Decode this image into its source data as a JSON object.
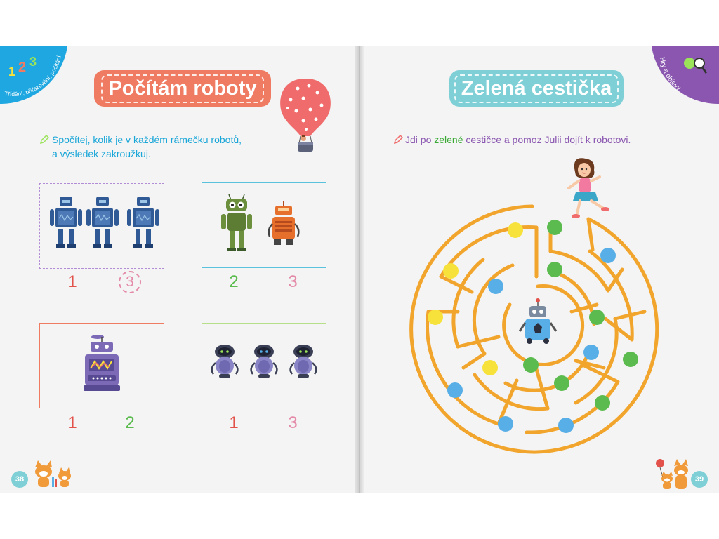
{
  "left_page": {
    "corner_tab": {
      "digits": [
        "1",
        "2",
        "3"
      ],
      "label": "Třídění, přiřazování, počítání",
      "color": "#1ea7e0"
    },
    "title": "Počítám roboty",
    "title_color": "#f07b63",
    "instruction_lines": [
      "Spočítej, kolik je v každém rámečku robotů,",
      "a výsledek zakroužkuj."
    ],
    "instruction_color": "#19a6d8",
    "frames": [
      {
        "robot_count": 3,
        "options": [
          "1",
          "3"
        ],
        "circled": "3"
      },
      {
        "robot_count": 2,
        "options": [
          "2",
          "3"
        ],
        "circled": ""
      },
      {
        "robot_count": 1,
        "options": [
          "1",
          "2"
        ],
        "circled": ""
      },
      {
        "robot_count": 3,
        "options": [
          "1",
          "3"
        ],
        "circled": ""
      }
    ],
    "page_number": "38"
  },
  "right_page": {
    "corner_tab": {
      "label": "Hry a objevy",
      "color": "#8a56b0"
    },
    "title": "Zelená cestička",
    "title_color": "#7ecfd6",
    "instruction": {
      "before": "Jdi po ",
      "highlight": "zelené",
      "after": " cestičce a pomoz Julii dojít k robotovi."
    },
    "instruction_color": "#8a56b0",
    "highlight_color": "#3aaa35",
    "page_number": "39"
  },
  "colors": {
    "maze": "#f2a52c",
    "green_dot": "#5bbb4e",
    "blue_dot": "#58aee6",
    "yellow_dot": "#f7e13b"
  }
}
